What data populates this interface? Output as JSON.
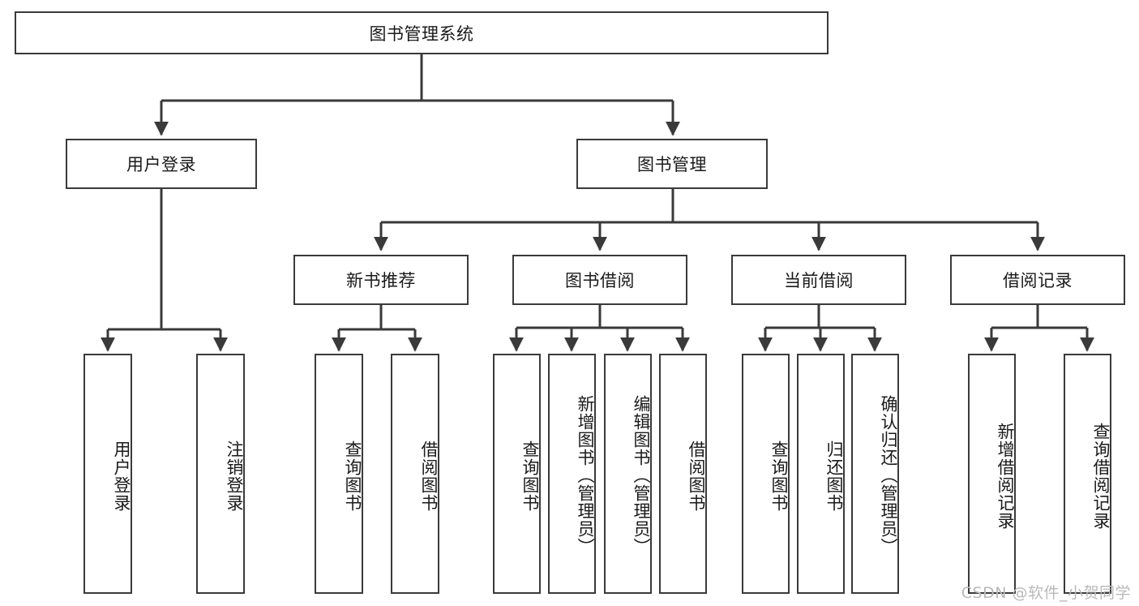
{
  "diagram": {
    "title": "图书管理系统",
    "watermark": "CSDN @软件_小贺同学",
    "colors": {
      "stroke": "#3a3a3a",
      "fill": "#ffffff",
      "text": "#1a1a1a",
      "watermark": "#b9b9b9"
    },
    "root": {
      "label": "图书管理系统"
    },
    "level2": [
      {
        "label": "用户登录"
      },
      {
        "label": "图书管理"
      }
    ],
    "level3": [
      {
        "label": "新书推荐"
      },
      {
        "label": "图书借阅"
      },
      {
        "label": "当前借阅"
      },
      {
        "label": "借阅记录"
      }
    ],
    "leaves": {
      "user_login": [
        {
          "label": "用户登录"
        },
        {
          "label": "注销登录"
        }
      ],
      "new_books": [
        {
          "label": "查询图书"
        },
        {
          "label": "借阅图书"
        }
      ],
      "book_borrow": [
        {
          "label": "查询图书"
        },
        {
          "label": "新增图书（管理员）"
        },
        {
          "label": "编辑图书（管理员）"
        },
        {
          "label": "借阅图书"
        }
      ],
      "current_borrow": [
        {
          "label": "查询图书"
        },
        {
          "label": "归还图书"
        },
        {
          "label": "确认归还（管理员）"
        }
      ],
      "borrow_records": [
        {
          "label": "新增借阅记录"
        },
        {
          "label": "查询借阅记录"
        }
      ]
    }
  }
}
